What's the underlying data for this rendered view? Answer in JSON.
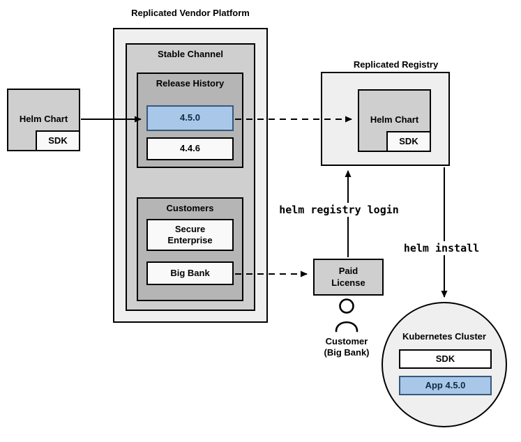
{
  "diagram": {
    "platform": {
      "title": "Replicated Vendor Platform",
      "stable_channel": {
        "title": "Stable Channel",
        "release_history": {
          "title": "Release History",
          "releases": [
            {
              "version": "4.5.0",
              "highlighted": true
            },
            {
              "version": "4.4.6",
              "highlighted": false
            }
          ]
        },
        "customers": {
          "title": "Customers",
          "items": [
            {
              "name": "Secure Enterprise"
            },
            {
              "name": "Big Bank"
            }
          ]
        }
      }
    },
    "source_chart": {
      "label": "Helm Chart",
      "sdk_label": "SDK"
    },
    "registry": {
      "title": "Replicated Registry",
      "chart": {
        "label": "Helm Chart",
        "sdk_label": "SDK"
      }
    },
    "paid_license": {
      "label": "Paid License"
    },
    "customer_actor": {
      "line1": "Customer",
      "line2": "(Big Bank)"
    },
    "cluster": {
      "title": "Kubernetes Cluster",
      "sdk_label": "SDK",
      "app_label": "App 4.5.0"
    },
    "edge_labels": {
      "registry_login": "helm registry login",
      "install": "helm install"
    },
    "colors": {
      "highlight_fill": "#a9c7e8",
      "highlight_border": "#36597c",
      "highlight_text": "#0e2a43"
    }
  }
}
